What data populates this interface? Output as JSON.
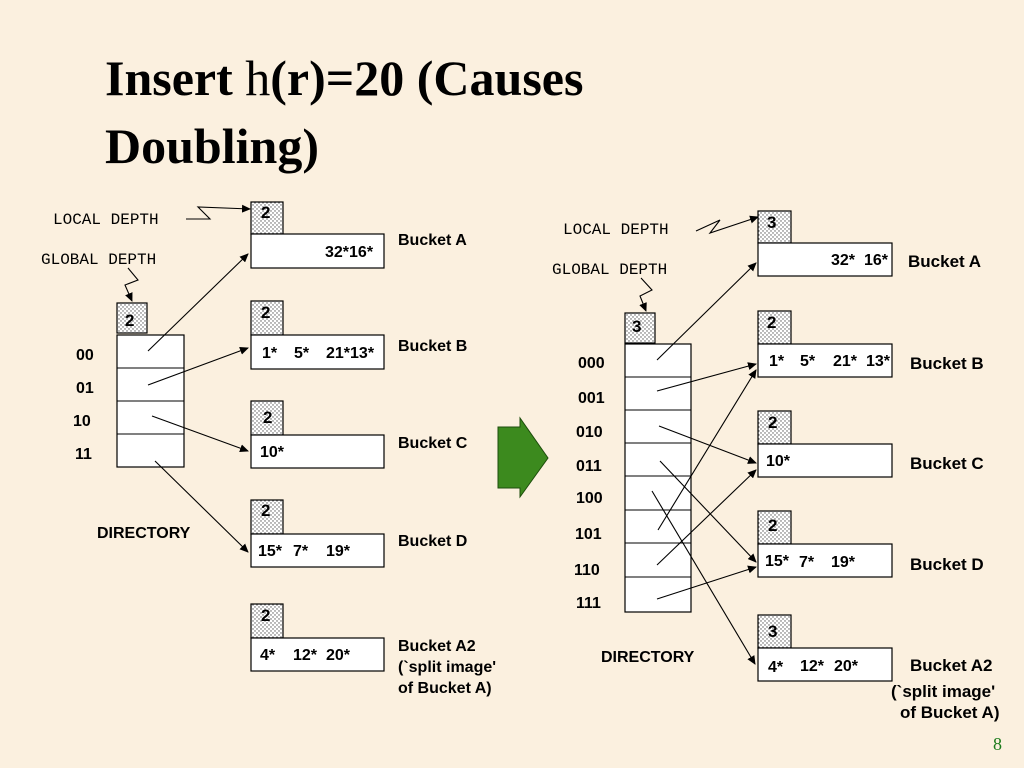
{
  "title": {
    "prefix": "Insert ",
    "h": "h",
    "rest": "(r)=20 (Causes",
    "line2": "Doubling)"
  },
  "page_number": "8",
  "left": {
    "local_depth_label": "LOCAL DEPTH",
    "global_depth_label": "GLOBAL DEPTH",
    "global_depth": "2",
    "directory_label": "DIRECTORY",
    "dir_entries": [
      "00",
      "01",
      "10",
      "11"
    ],
    "buckets": [
      {
        "depth": "2",
        "items": [
          "32*16*"
        ],
        "name": "Bucket A"
      },
      {
        "depth": "2",
        "items": [
          "1*",
          "5*",
          "21*13*"
        ],
        "name": "Bucket B"
      },
      {
        "depth": "2",
        "items": [
          "10*"
        ],
        "name": "Bucket C"
      },
      {
        "depth": "2",
        "items": [
          "15*",
          "7*",
          "19*"
        ],
        "name": "Bucket D"
      },
      {
        "depth": "2",
        "items": [
          "4*",
          "12*",
          "20*"
        ],
        "name": "Bucket A2",
        "note1": "(`split image'",
        "note2": "of Bucket A)"
      }
    ]
  },
  "right": {
    "local_depth_label": "LOCAL DEPTH",
    "global_depth_label": "GLOBAL DEPTH",
    "global_depth": "3",
    "directory_label": "DIRECTORY",
    "dir_entries": [
      "000",
      "001",
      "010",
      "011",
      "100",
      "101",
      "110",
      "111"
    ],
    "buckets": [
      {
        "depth": "3",
        "items": [
          "32*",
          "16*"
        ],
        "name": "Bucket A"
      },
      {
        "depth": "2",
        "items": [
          "1*",
          "5*",
          "21*",
          "13*"
        ],
        "name": "Bucket B"
      },
      {
        "depth": "2",
        "items": [
          "10*"
        ],
        "name": "Bucket C"
      },
      {
        "depth": "2",
        "items": [
          "15*",
          "7*",
          "19*"
        ],
        "name": "Bucket D"
      },
      {
        "depth": "3",
        "items": [
          "4*",
          "12*",
          "20*"
        ],
        "name": "Bucket A2",
        "note1": "(`split image'",
        "note2": "of Bucket A)"
      }
    ]
  },
  "colors": {
    "background": "#fbf0df",
    "arrow_fill": "#3c8a1e",
    "page_number": "#1a7a1a"
  }
}
